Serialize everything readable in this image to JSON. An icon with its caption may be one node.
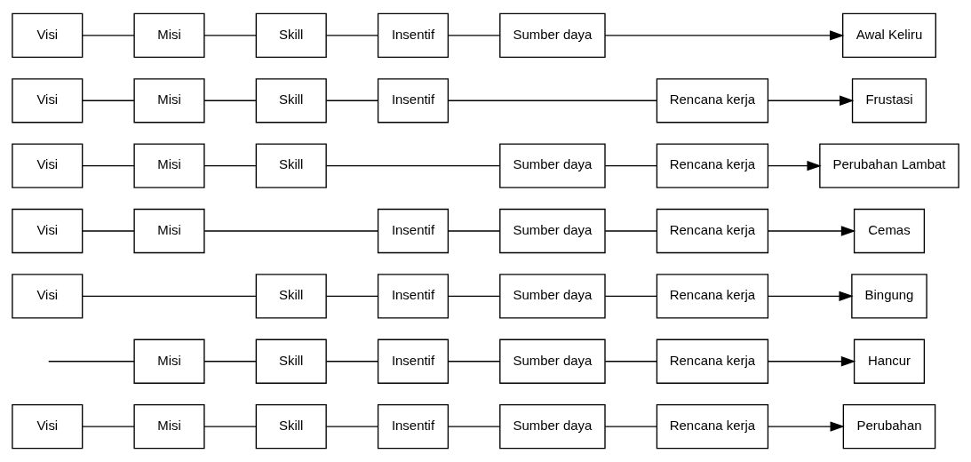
{
  "diagram": {
    "nodes": [
      {
        "text": [
          "Visi"
        ]
      },
      {
        "text": [
          "Misi"
        ]
      },
      {
        "text": [
          "Skill"
        ]
      },
      {
        "text": [
          "Insentif"
        ]
      },
      {
        "text": [
          "Sumber daya"
        ]
      },
      {
        "text": [
          "Rencana kerja"
        ]
      },
      {
        "text": [
          "Perubahan"
        ]
      },
      {
        "text": [
          "Misi"
        ]
      },
      {
        "text": [
          "Skill"
        ]
      },
      {
        "text": [
          "Insentif"
        ]
      },
      {
        "text": [
          "Sumber daya"
        ]
      },
      {
        "text": [
          "Rencana kerja"
        ]
      },
      {
        "text": [
          "Hancur"
        ]
      },
      {
        "text": [
          "Visi"
        ]
      },
      {
        "text": [
          "Skill"
        ]
      },
      {
        "text": [
          "Insentif"
        ]
      },
      {
        "text": [
          "Sumber daya"
        ]
      },
      {
        "text": [
          "Rencana kerja"
        ]
      },
      {
        "text": [
          "Bingung"
        ]
      },
      {
        "text": [
          "Visi"
        ]
      },
      {
        "text": [
          "Misi"
        ]
      },
      {
        "text": [
          "Insentif"
        ]
      },
      {
        "text": [
          "Sumber daya"
        ]
      },
      {
        "text": [
          "Rencana kerja"
        ]
      },
      {
        "text": [
          "Cemas"
        ]
      },
      {
        "text": [
          "Visi"
        ]
      },
      {
        "text": [
          "Misi"
        ]
      },
      {
        "text": [
          "Skill"
        ]
      },
      {
        "text": [
          "Sumber daya"
        ]
      },
      {
        "text": [
          "Rencana kerja"
        ]
      },
      {
        "text": [
          "Perubahan Lambat"
        ]
      },
      {
        "text": [
          "Visi"
        ]
      },
      {
        "text": [
          "Misi"
        ]
      },
      {
        "text": [
          "Skill"
        ]
      },
      {
        "text": [
          "Insentif"
        ]
      },
      {
        "text": [
          "Rencana kerja"
        ]
      },
      {
        "text": [
          "Frustasi"
        ]
      },
      {
        "text": [
          "Visi"
        ]
      },
      {
        "text": [
          "Misi"
        ]
      },
      {
        "text": [
          "Skill"
        ]
      },
      {
        "text": [
          "Insentif"
        ]
      },
      {
        "text": [
          "Sumber daya"
        ]
      },
      {
        "text": [
          "Awal Keliru"
        ]
      }
    ],
    "edges": [
      {
        "from": 0,
        "to": 1,
        "arrow": "none"
      },
      {
        "from": 1,
        "to": 2,
        "arrow": "none"
      },
      {
        "from": 2,
        "to": 3,
        "arrow": "none"
      },
      {
        "from": 3,
        "to": 4,
        "arrow": "none"
      },
      {
        "from": 4,
        "to": 5,
        "arrow": "none"
      },
      {
        "from": 5,
        "to": 6,
        "arrow": "to"
      },
      {
        "from": null,
        "to": 7,
        "arrow": "none"
      },
      {
        "from": 7,
        "to": 8,
        "arrow": "none"
      },
      {
        "from": 8,
        "to": 9,
        "arrow": "none"
      },
      {
        "from": 9,
        "to": 10,
        "arrow": "none"
      },
      {
        "from": 10,
        "to": 11,
        "arrow": "none"
      },
      {
        "from": 11,
        "to": 12,
        "arrow": "to"
      },
      {
        "from": 13,
        "to": 14,
        "arrow": "none"
      },
      {
        "from": 14,
        "to": 15,
        "arrow": "none"
      },
      {
        "from": 15,
        "to": 16,
        "arrow": "none"
      },
      {
        "from": 16,
        "to": 17,
        "arrow": "none"
      },
      {
        "from": 17,
        "to": 18,
        "arrow": "to"
      },
      {
        "from": 19,
        "to": 20,
        "arrow": "none"
      },
      {
        "from": 20,
        "to": 21,
        "arrow": "none"
      },
      {
        "from": 21,
        "to": 22,
        "arrow": "none"
      },
      {
        "from": 22,
        "to": 23,
        "arrow": "none"
      },
      {
        "from": 23,
        "to": 24,
        "arrow": "to"
      },
      {
        "from": 25,
        "to": 26,
        "arrow": "none"
      },
      {
        "from": 26,
        "to": 27,
        "arrow": "none"
      },
      {
        "from": 27,
        "to": 28,
        "arrow": "none"
      },
      {
        "from": 28,
        "to": 29,
        "arrow": "none"
      },
      {
        "from": 29,
        "to": 30,
        "arrow": "to"
      },
      {
        "from": 31,
        "to": 32,
        "arrow": "none"
      },
      {
        "from": 32,
        "to": 33,
        "arrow": "none"
      },
      {
        "from": 33,
        "to": 34,
        "arrow": "none"
      },
      {
        "from": 34,
        "to": 35,
        "arrow": "none"
      },
      {
        "from": 35,
        "to": 36,
        "arrow": "to"
      },
      {
        "from": 37,
        "to": 38,
        "arrow": "none"
      },
      {
        "from": 38,
        "to": 39,
        "arrow": "none"
      },
      {
        "from": 39,
        "to": 40,
        "arrow": "none"
      },
      {
        "from": 40,
        "to": 41,
        "arrow": "none"
      },
      {
        "from": 41,
        "to": 42,
        "arrow": "to"
      }
    ]
  }
}
